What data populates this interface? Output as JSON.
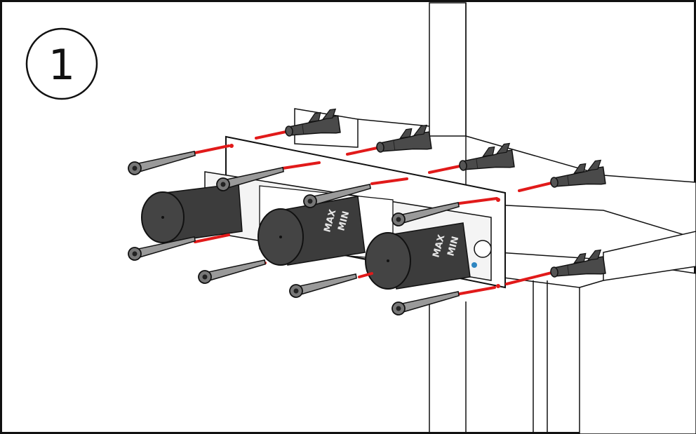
{
  "step": {
    "number": "1"
  },
  "knobs": [
    {
      "max_label": "MAX",
      "min_label": "MIN"
    },
    {
      "max_label": "MAX",
      "min_label": "MIN"
    }
  ],
  "colors": {
    "outline": "#111111",
    "wall": "#ffffff",
    "drill_line": "#e11a1a",
    "screw": "#9a9a9a",
    "screw_head": "#6e6e6e",
    "plug": "#4a4a4a",
    "knob": "#3c3c3c",
    "indicator": "#2e86c1"
  },
  "icons": [
    "screw-icon",
    "wall-plug-icon",
    "drill-guide-line"
  ]
}
